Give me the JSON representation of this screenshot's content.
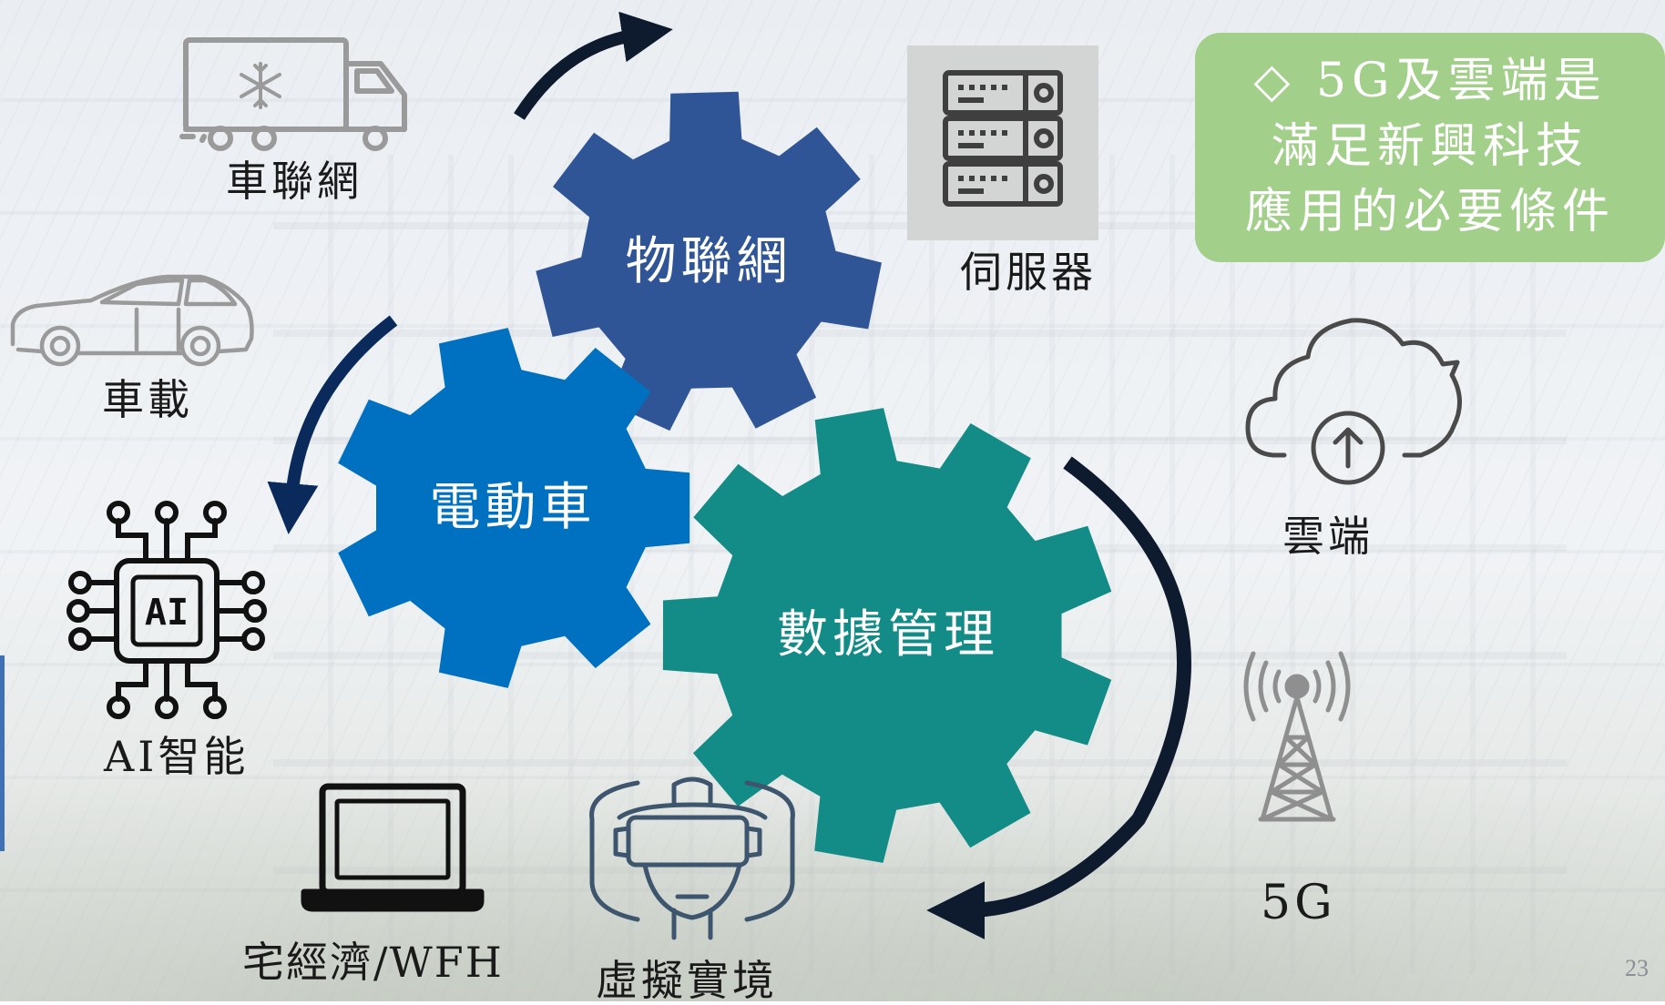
{
  "gears": [
    {
      "id": "iot",
      "label": "物聯網",
      "color": "#2f5597"
    },
    {
      "id": "ev",
      "label": "電動車",
      "color": "#0070c0"
    },
    {
      "id": "data",
      "label": "數據管理",
      "color": "#138b86"
    }
  ],
  "icons": {
    "truck": {
      "label": "車聯網",
      "icon": "refrigerated-truck-icon"
    },
    "car": {
      "label": "車載",
      "icon": "car-icon"
    },
    "ai": {
      "label": "AI智能",
      "icon": "ai-chip-icon",
      "chip_text": "AI"
    },
    "laptop": {
      "label": "宅經濟/WFH",
      "icon": "laptop-icon"
    },
    "vr": {
      "label": "虛擬實境",
      "icon": "vr-headset-icon"
    },
    "server": {
      "label": "伺服器",
      "icon": "server-icon"
    },
    "cloud": {
      "label": "雲端",
      "icon": "cloud-upload-icon"
    },
    "fiveg": {
      "label": "5G",
      "icon": "antenna-tower-icon"
    }
  },
  "callout": {
    "line1": "◇ 5G及雲端是",
    "line2": "滿足新興科技",
    "line3": "應用的必要條件"
  },
  "page_number": "23",
  "colors": {
    "callout_bg": "#a2cf8a",
    "arrow_dark": "#0e1b2e",
    "arrow_navy": "#0b2a5c",
    "icon_gray": "#444444"
  }
}
